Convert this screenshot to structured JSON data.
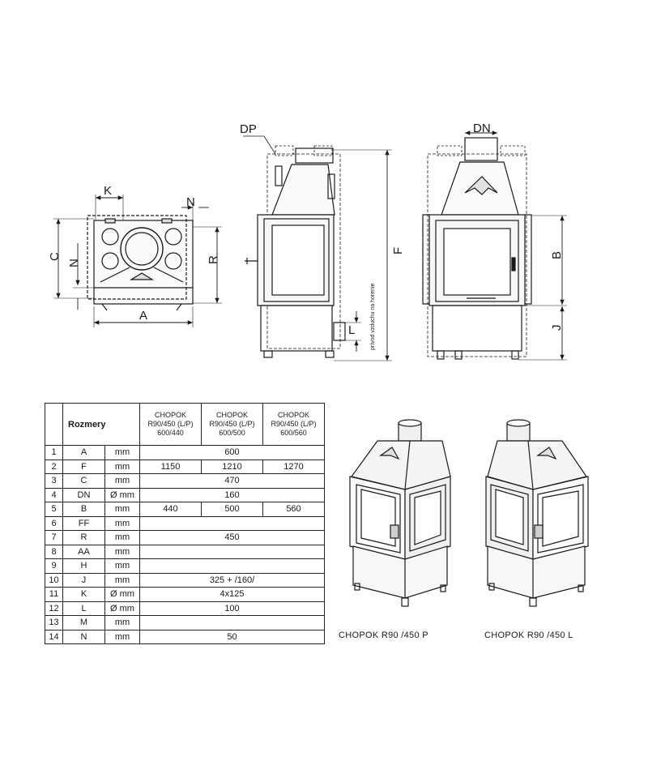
{
  "drawing_labels": {
    "top_k": "K",
    "top_n_top": "N",
    "top_c": "C",
    "top_n_left": "N",
    "top_r": "R",
    "top_a": "A",
    "side_dp": "DP",
    "side_f": "F",
    "side_l": "L",
    "side_air_inlet": "prívod vzduchu na horenie",
    "front_dn": "DN",
    "front_b": "B",
    "front_j": "J"
  },
  "table": {
    "title": "Rozmery",
    "columns": [
      "CHOPOK R90/450 (L/P) 600/440",
      "CHOPOK R90/450 (L/P) 600/500",
      "CHOPOK R90/450 (L/P) 600/560"
    ],
    "rows": [
      {
        "no": "1",
        "code": "A",
        "unit": "mm",
        "values": [
          "600"
        ]
      },
      {
        "no": "2",
        "code": "F",
        "unit": "mm",
        "values": [
          "1150",
          "1210",
          "1270"
        ]
      },
      {
        "no": "3",
        "code": "C",
        "unit": "mm",
        "values": [
          "470"
        ]
      },
      {
        "no": "4",
        "code": "DN",
        "unit": "Ø mm",
        "values": [
          "160"
        ]
      },
      {
        "no": "5",
        "code": "B",
        "unit": "mm",
        "values": [
          "440",
          "500",
          "560"
        ]
      },
      {
        "no": "6",
        "code": "FF",
        "unit": "mm",
        "values": [
          ""
        ]
      },
      {
        "no": "7",
        "code": "R",
        "unit": "mm",
        "values": [
          "450"
        ]
      },
      {
        "no": "8",
        "code": "AA",
        "unit": "mm",
        "values": [
          ""
        ]
      },
      {
        "no": "9",
        "code": "H",
        "unit": "mm",
        "values": [
          ""
        ]
      },
      {
        "no": "10",
        "code": "J",
        "unit": "mm",
        "values": [
          "325 + /160/"
        ]
      },
      {
        "no": "11",
        "code": "K",
        "unit": "Ø mm",
        "values": [
          "4x125"
        ]
      },
      {
        "no": "12",
        "code": "L",
        "unit": "Ø mm",
        "values": [
          "100"
        ]
      },
      {
        "no": "13",
        "code": "M",
        "unit": "mm",
        "values": [
          ""
        ]
      },
      {
        "no": "14",
        "code": "N",
        "unit": "mm",
        "values": [
          "50"
        ]
      }
    ]
  },
  "captions": {
    "right_variant": "CHOPOK  R90 /450 P",
    "left_variant": "CHOPOK   R90 /450 L"
  },
  "colors": {
    "line": "#1a1a1a",
    "fill_light": "#f2f2f2",
    "glass": "#ffffff"
  }
}
